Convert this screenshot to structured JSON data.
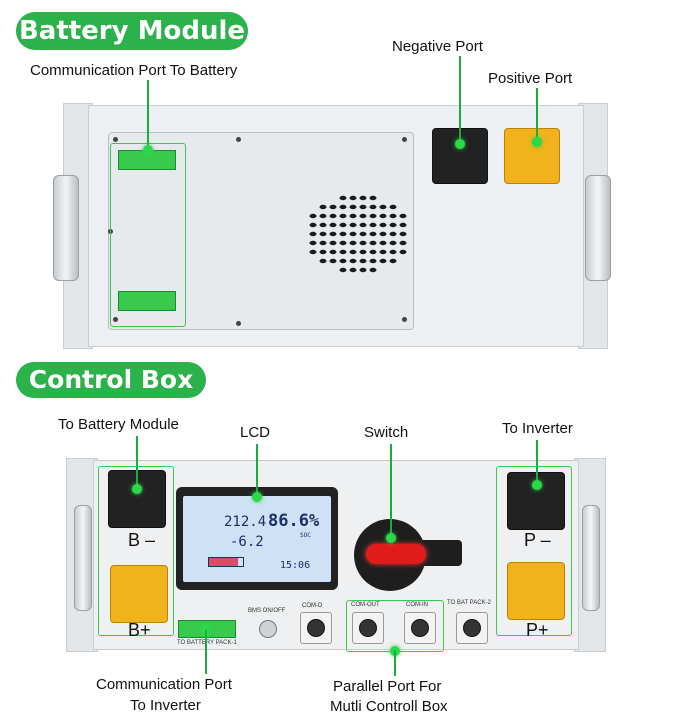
{
  "sections": {
    "battery_module": "Battery Module",
    "control_box": "Control Box"
  },
  "labels": {
    "comm_port_battery": "Communication Port To Battery",
    "negative_port": "Negative Port",
    "positive_port": "Positive Port",
    "to_battery_module": "To Battery Module",
    "lcd": "LCD",
    "switch": "Switch",
    "to_inverter": "To Inverter",
    "comm_port_inverter_1": "Communication Port",
    "comm_port_inverter_2": "To Inverter",
    "parallel_port_1": "Parallel Port For",
    "parallel_port_2": "Mutli Controll Box"
  },
  "terminals": {
    "b_minus": "B –",
    "b_plus": "B+",
    "p_minus": "P –",
    "p_plus": "P+"
  },
  "lcd": {
    "voltage": "212.4",
    "current": "-6.2",
    "soc_value": "86.6%",
    "soc_label": "SOC",
    "time": "15:06"
  },
  "panel_text": {
    "bms_onoff": "BMS  ON/OFF",
    "com_d": "COM-D",
    "com_out": "COM-OUT",
    "com_in": "COM-IN",
    "to_bat_pack_2": "TO BAT PACK-2",
    "to_battery_pack_1": "TO BATTERY PACK-1"
  },
  "colors": {
    "accent_green": "#2cb24a",
    "terminal_yellow": "#f1b21b",
    "terminal_black": "#222222",
    "switch_red": "#e01b1b"
  }
}
